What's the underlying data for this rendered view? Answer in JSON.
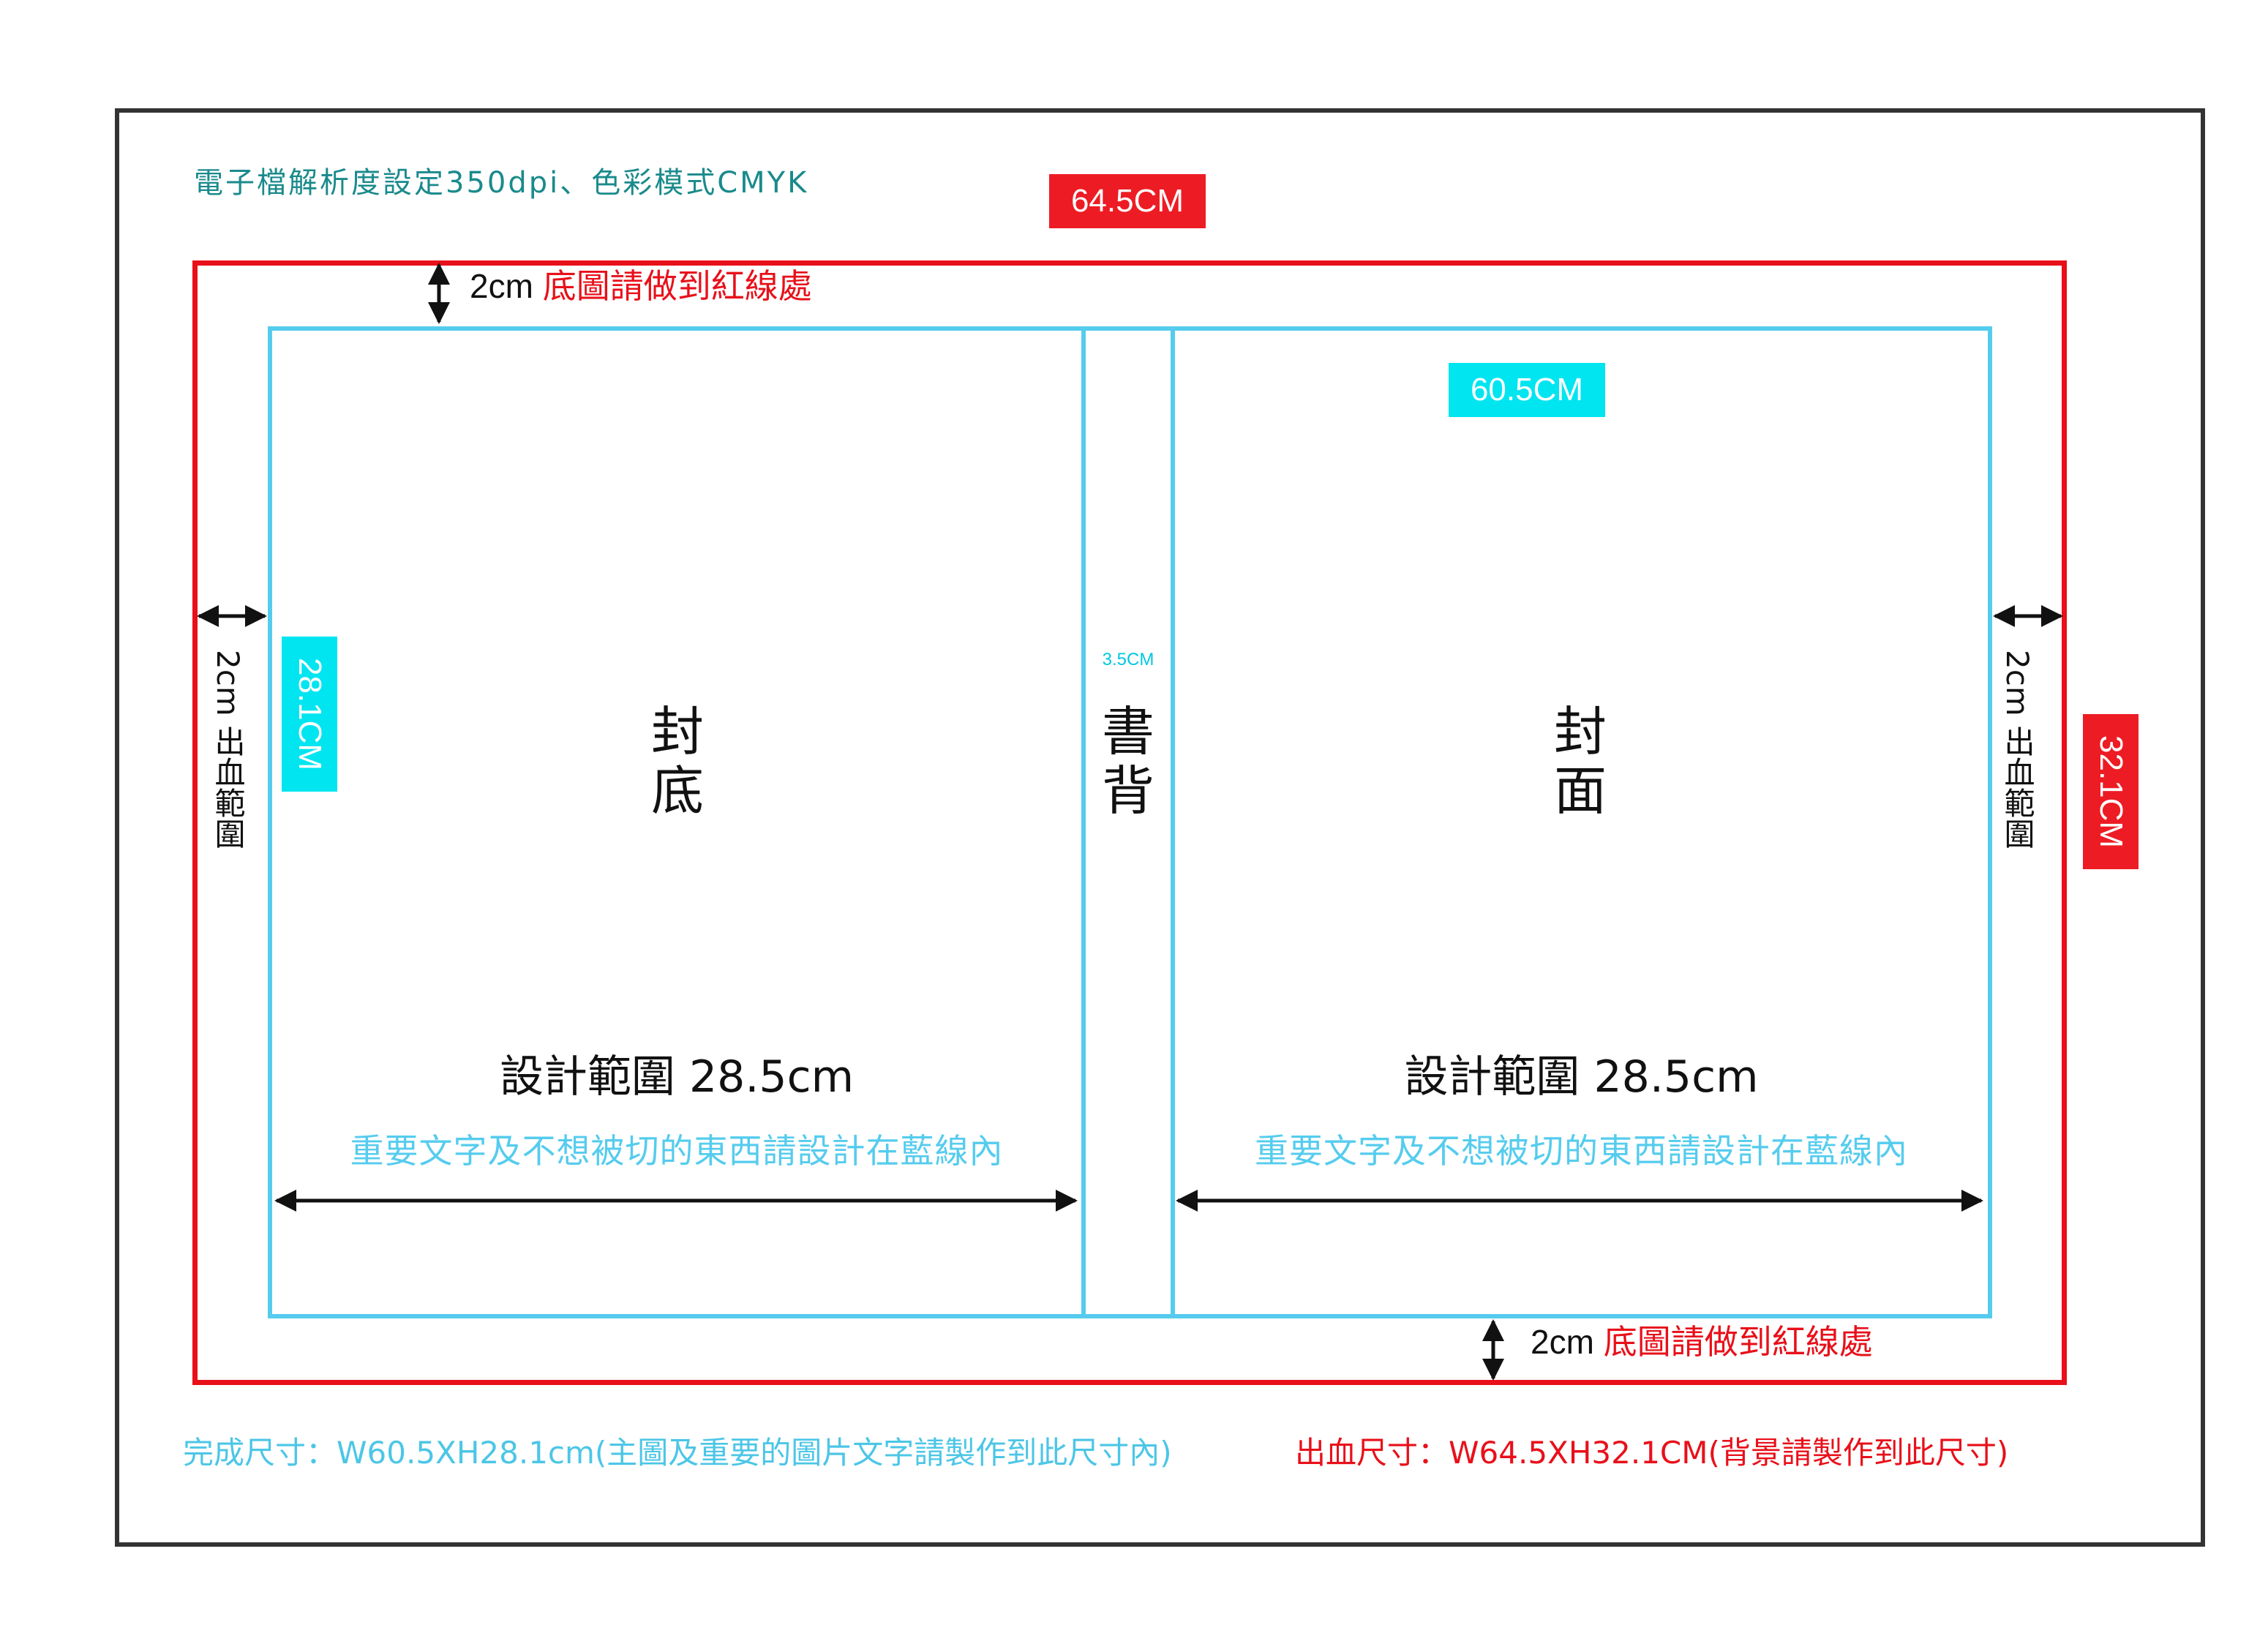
{
  "header": {
    "resolution_note": "電子檔解析度設定350dpi、色彩模式CMYK"
  },
  "labels": {
    "bleed_width": "64.5CM",
    "bleed_height": "32.1CM",
    "trim_width": "60.5CM",
    "trim_height": "28.1CM",
    "spine_width": "3.5CM"
  },
  "bleed_margin": {
    "top_value": "2cm",
    "top_text": "底圖請做到紅線處",
    "bottom_value": "2cm",
    "bottom_text": "底圖請做到紅線處",
    "left_text": "2cm  出血範圍",
    "right_text": "2cm  出血範圍"
  },
  "panels": {
    "back_cover": {
      "title": "封\n底",
      "design_range": "設計範圍 28.5cm",
      "safe_note": "重要文字及不想被切的東西請設計在藍線內"
    },
    "spine": {
      "title": "書\n背"
    },
    "front_cover": {
      "title": "封\n面",
      "design_range": "設計範圍 28.5cm",
      "safe_note": "重要文字及不想被切的東西請設計在藍線內"
    }
  },
  "footer": {
    "trim_size": "完成尺寸：W60.5XH28.1cm(主圖及重要的圖片文字請製作到此尺寸內)",
    "bleed_size": "出血尺寸：W64.5XH32.1CM(背景請製作到此尺寸)"
  },
  "colors": {
    "frame": "#333333",
    "bleed_line": "#e8101a",
    "trim_line": "#55ccee",
    "label_red": "#ed1c24",
    "label_cyan": "#00e5f0",
    "header_text": "#1a8a8c",
    "foot_cyan": "#4cc6e6",
    "foot_red": "#e8101a"
  }
}
